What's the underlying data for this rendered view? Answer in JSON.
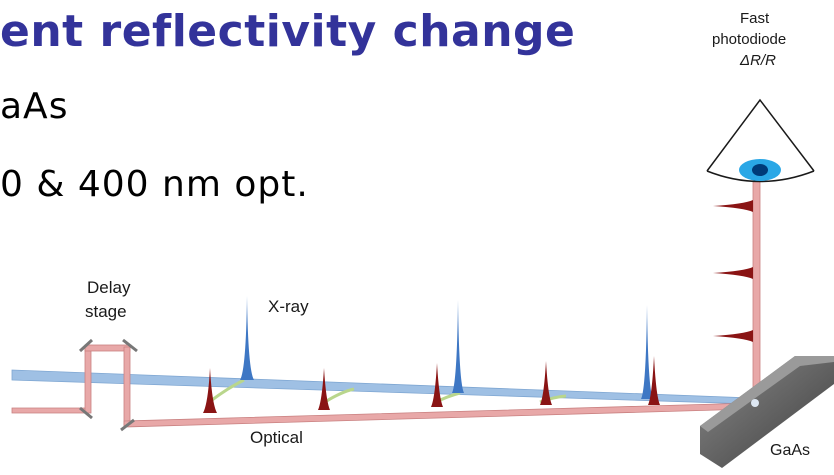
{
  "slide": {
    "title": "ent reflectivity change",
    "bullets": [
      "aAs",
      "0 & 400 nm opt."
    ]
  },
  "diagram": {
    "labels": {
      "detector_line1": "Fast",
      "detector_line2": "photodiode",
      "detector_line3": "ΔR/R",
      "delay_line1": "Delay",
      "delay_line2": "stage",
      "xray": "X-ray",
      "optical": "Optical",
      "sample": "GaAs"
    },
    "colors": {
      "title": "#33339a",
      "xray_beam": "#9fc0e4",
      "xray_pulse": "#3e77c4",
      "optical_beam": "#e8a8a8",
      "optical_pulse": "#8a1414",
      "eye_iris": "#2aa7e6",
      "sample": "#5a5a5a",
      "mirror": "#777777",
      "timing_arc": "#b9d68c"
    }
  }
}
